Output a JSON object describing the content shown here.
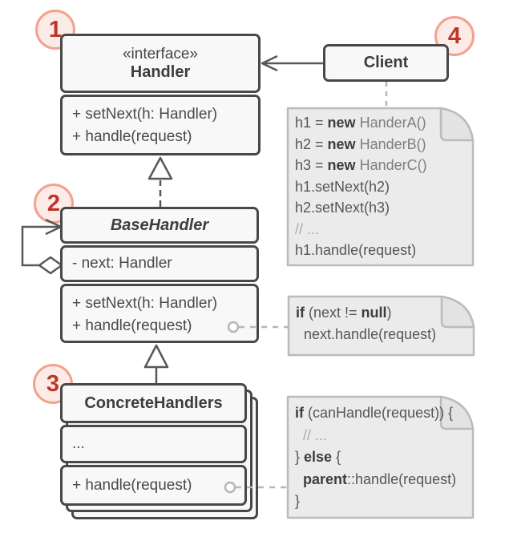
{
  "badges": [
    {
      "label": "1"
    },
    {
      "label": "2"
    },
    {
      "label": "3"
    },
    {
      "label": "4"
    }
  ],
  "classes": {
    "handler": {
      "stereotype": "«interface»",
      "name": "Handler",
      "methods": [
        "+ setNext(h: Handler)",
        "+ handle(request)"
      ]
    },
    "base_handler": {
      "name": "BaseHandler",
      "attributes": [
        "- next: Handler"
      ],
      "methods": [
        "+ setNext(h: Handler)",
        "+ handle(request)"
      ]
    },
    "concrete_handlers": {
      "name": "ConcreteHandlers",
      "attributes": [
        "..."
      ],
      "methods": [
        "+ handle(request)"
      ]
    },
    "client": {
      "name": "Client"
    }
  },
  "notes": {
    "client_code": {
      "lines": [
        [
          {
            "t": "h1 = "
          },
          {
            "t": "new",
            "s": "b"
          },
          {
            "t": " ",
            "s": "lt"
          },
          {
            "t": "HanderA()",
            "s": "lt"
          }
        ],
        [
          {
            "t": "h2 = "
          },
          {
            "t": "new",
            "s": "b"
          },
          {
            "t": " ",
            "s": "lt"
          },
          {
            "t": "HanderB()",
            "s": "lt"
          }
        ],
        [
          {
            "t": "h3 = "
          },
          {
            "t": "new",
            "s": "b"
          },
          {
            "t": " ",
            "s": "lt"
          },
          {
            "t": "HanderC()",
            "s": "lt"
          }
        ],
        [
          {
            "t": "h1.setNext(h2)"
          }
        ],
        [
          {
            "t": "h2.setNext(h3)"
          }
        ],
        [
          {
            "t": "// ...",
            "s": "dim"
          }
        ],
        [
          {
            "t": "h1.handle(request)"
          }
        ]
      ]
    },
    "base_handle_code": {
      "lines": [
        [
          {
            "t": "if",
            "s": "b"
          },
          {
            "t": " (next != "
          },
          {
            "t": "null",
            "s": "b"
          },
          {
            "t": ")"
          }
        ],
        [
          {
            "t": "  next.handle(request)"
          }
        ]
      ]
    },
    "concrete_handle_code": {
      "lines": [
        [
          {
            "t": "if",
            "s": "b"
          },
          {
            "t": " (canHandle(request)) {"
          }
        ],
        [
          {
            "t": "  "
          },
          {
            "t": "// ...",
            "s": "dim"
          }
        ],
        [
          {
            "t": "} "
          },
          {
            "t": "else",
            "s": "b"
          },
          {
            "t": " {"
          }
        ],
        [
          {
            "t": "  "
          },
          {
            "t": "parent",
            "s": "b"
          },
          {
            "t": "::handle(request)"
          }
        ],
        [
          {
            "t": "}"
          }
        ]
      ]
    }
  },
  "colors": {
    "class_fill": "#f8f8f8",
    "class_border": "#484848",
    "class_text": "#434343",
    "note_fill": "#ebebeb",
    "note_border": "#bbbbbb",
    "note_fold_fill": "#e3e3e3",
    "note_text": "#565656",
    "note_keyword_text": "#3e3e3e",
    "note_comment_text": "#a9a9a9",
    "badge_fill": "#fcebe7",
    "badge_border": "#f2a28f",
    "badge_text": "#bf3628",
    "line": "#585858",
    "light_line": "#b6b6b6"
  }
}
